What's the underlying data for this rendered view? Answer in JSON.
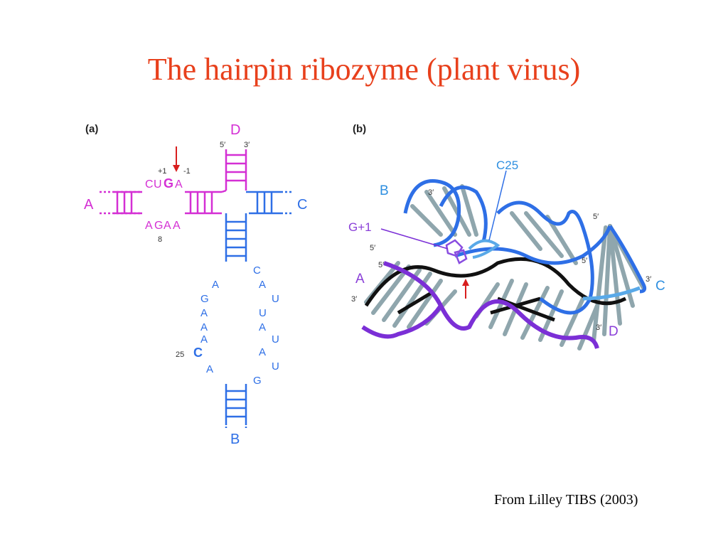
{
  "slide": {
    "title": "The hairpin ribozyme (plant virus)",
    "credit": "From Lilley  TIBS (2003)"
  },
  "colors": {
    "title": "#e8401c",
    "magenta": "#d42fd4",
    "blue": "#2e6fe6",
    "lightblue": "#59a9e8",
    "purple": "#7b2fd6",
    "steel": "#8fa6ad"
  },
  "panel_a": {
    "label": "(a)",
    "helix_labels": {
      "a": "A",
      "b": "B",
      "c": "C",
      "d": "D"
    },
    "d_ends": {
      "five": "5′",
      "three": "3′"
    },
    "cleavage": {
      "plus1": "+1",
      "minus1": "-1"
    },
    "top_strand": [
      "C",
      "U",
      "G",
      "A"
    ],
    "bottom_strand": [
      "A",
      "G",
      "A",
      "A"
    ],
    "bottom_number": "8",
    "loop_left": [
      "A",
      "G",
      "A",
      "A",
      "A",
      "C",
      "A"
    ],
    "loop_right": [
      "C",
      "A",
      "U",
      "U",
      "A",
      "U",
      "A",
      "U",
      "G"
    ],
    "c25_number": "25"
  },
  "panel_b": {
    "label": "(b)",
    "labels": {
      "c25": "C25",
      "b": "B",
      "g1": "G+1",
      "a": "A",
      "c": "C",
      "d": "D"
    },
    "ends": {
      "b3": "3′",
      "g5": "5′",
      "a5": "5′",
      "a3": "3′",
      "c5": "5′",
      "c3": "3′",
      "d5": "5′",
      "d3": "3′"
    }
  }
}
